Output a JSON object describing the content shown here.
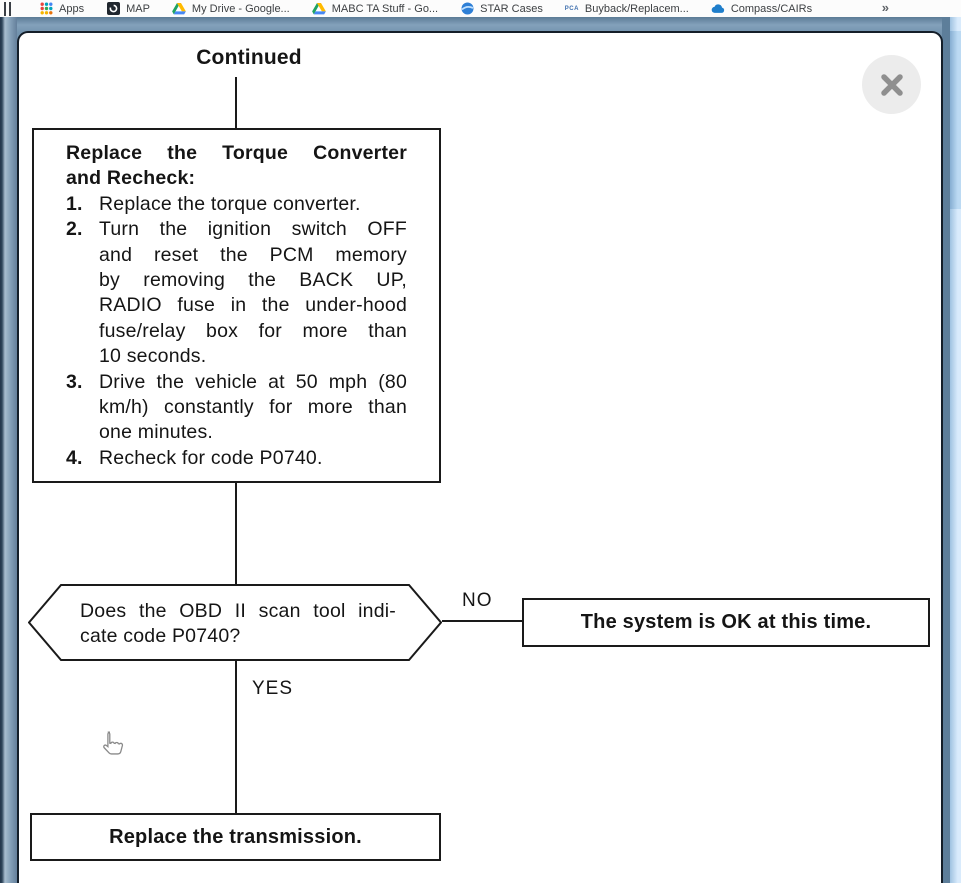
{
  "bookmarks_bar": {
    "items": [
      {
        "label": "Apps",
        "icon": "apps-grid-icon"
      },
      {
        "label": "MAP",
        "icon": "map-app-icon"
      },
      {
        "label": "My Drive - Google...",
        "icon": "google-drive-icon"
      },
      {
        "label": "MABC TA Stuff - Go...",
        "icon": "google-drive-icon"
      },
      {
        "label": "STAR Cases",
        "icon": "globe-icon"
      },
      {
        "label": "Buyback/Replacem...",
        "icon": "pca-icon"
      },
      {
        "label": "Compass/CAIRs",
        "icon": "cloud-icon"
      }
    ],
    "overflow_chevron": "»"
  },
  "flowchart": {
    "continued_label": "Continued",
    "process_box": {
      "heading_lines": [
        "Replace the Torque Converter",
        "and Recheck:"
      ],
      "steps": [
        {
          "num": "1.",
          "lines": [
            "Replace the torque converter."
          ]
        },
        {
          "num": "2.",
          "lines": [
            "Turn the ignition switch OFF",
            "and reset the PCM memory",
            "by removing the BACK UP,",
            "RADIO fuse in the under-hood",
            "fuse/relay box for more than",
            "10 seconds."
          ]
        },
        {
          "num": "3.",
          "lines": [
            "Drive the vehicle at 50 mph (80",
            "km/h) constantly for more than",
            "one minutes."
          ]
        },
        {
          "num": "4.",
          "lines": [
            "Recheck for code P0740."
          ]
        }
      ]
    },
    "decision": {
      "line1": "Does the OBD II scan tool indi-",
      "line2": "cate code P0740?"
    },
    "no_label": "NO",
    "yes_label": "YES",
    "ok_box_text": "The system is OK at this time.",
    "replace_box_text": "Replace the transmission."
  },
  "icons": {
    "close": "close-x-icon",
    "cursor": "hand-pointer-icon"
  },
  "colors": {
    "frame_blue": "#6b8ba6",
    "panel_border": "#141e29",
    "scrollbar_track": "#d9ebfc",
    "scrollbar_thumb": "#9cc0e2",
    "line_black": "#1a1a1a",
    "close_bg": "#ececec",
    "close_x": "#8f8f8f",
    "drive_green": "#1ea362",
    "drive_yellow": "#ffba00",
    "drive_blue": "#4688f4",
    "globe_blue": "#2e7fd6",
    "cloud_blue": "#1f7ecb",
    "pca_blue": "#3e6fae"
  }
}
